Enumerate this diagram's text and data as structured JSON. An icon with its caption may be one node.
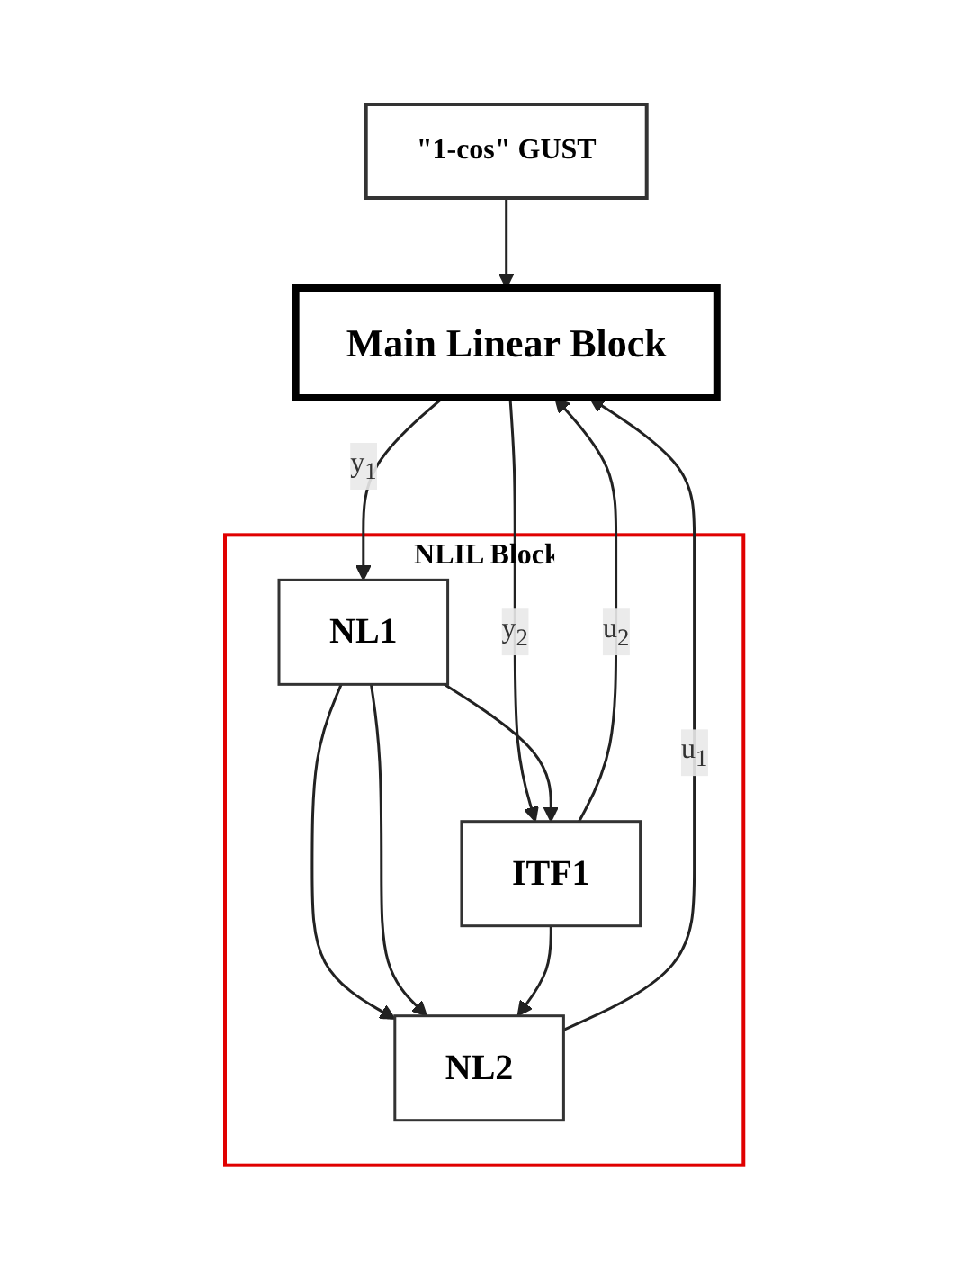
{
  "diagram": {
    "nodes": [
      {
        "text": [
          "\"1-cos\" GUST"
        ]
      },
      {
        "text": [
          "Main Linear Block"
        ]
      },
      {
        "text": [
          "NLIL Block"
        ]
      },
      {
        "text": [
          "NL1"
        ],
        "in": 2
      },
      {
        "text": [
          "NL2"
        ],
        "in": 2
      },
      {
        "text": [
          "ITF1"
        ],
        "in": 2
      }
    ],
    "edges": [
      {
        "from": 0,
        "to": 1,
        "arrow": "to"
      },
      {
        "from": 1,
        "to": 3,
        "arrow": "to",
        "label": "y$_{1}$"
      },
      {
        "from": 1,
        "to": 5,
        "arrow": "to",
        "label": "y$_{2}$"
      },
      {
        "from": 3,
        "to": 4,
        "arrow": "to"
      },
      {
        "from": 3,
        "to": 4,
        "arrow": "to"
      },
      {
        "from": 3,
        "to": 5,
        "arrow": "to"
      },
      {
        "from": 5,
        "to": 4,
        "arrow": "to"
      },
      {
        "from": 4,
        "to": 1,
        "arrow": "to",
        "label": "u$_{1}$"
      },
      {
        "from": 5,
        "to": 1,
        "arrow": "to",
        "label": "u$_{2}$"
      }
    ]
  }
}
